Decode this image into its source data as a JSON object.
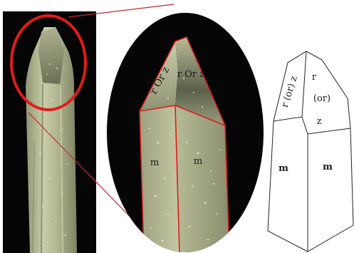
{
  "figure": {
    "zoom_labels": {
      "left_face": "r Or z",
      "right_face": "r Or z",
      "prism_left": "m",
      "prism_right": "m"
    },
    "diagram_labels": {
      "left_top_face": "r (or) z",
      "right_top_r": "r",
      "right_top_or": "(or)",
      "right_small_face": "z",
      "prism_left": "m",
      "prism_right": "m"
    },
    "colors": {
      "highlight": "#e01b1b",
      "photo_background": "#050505",
      "crystal": "#b9bd98"
    }
  }
}
